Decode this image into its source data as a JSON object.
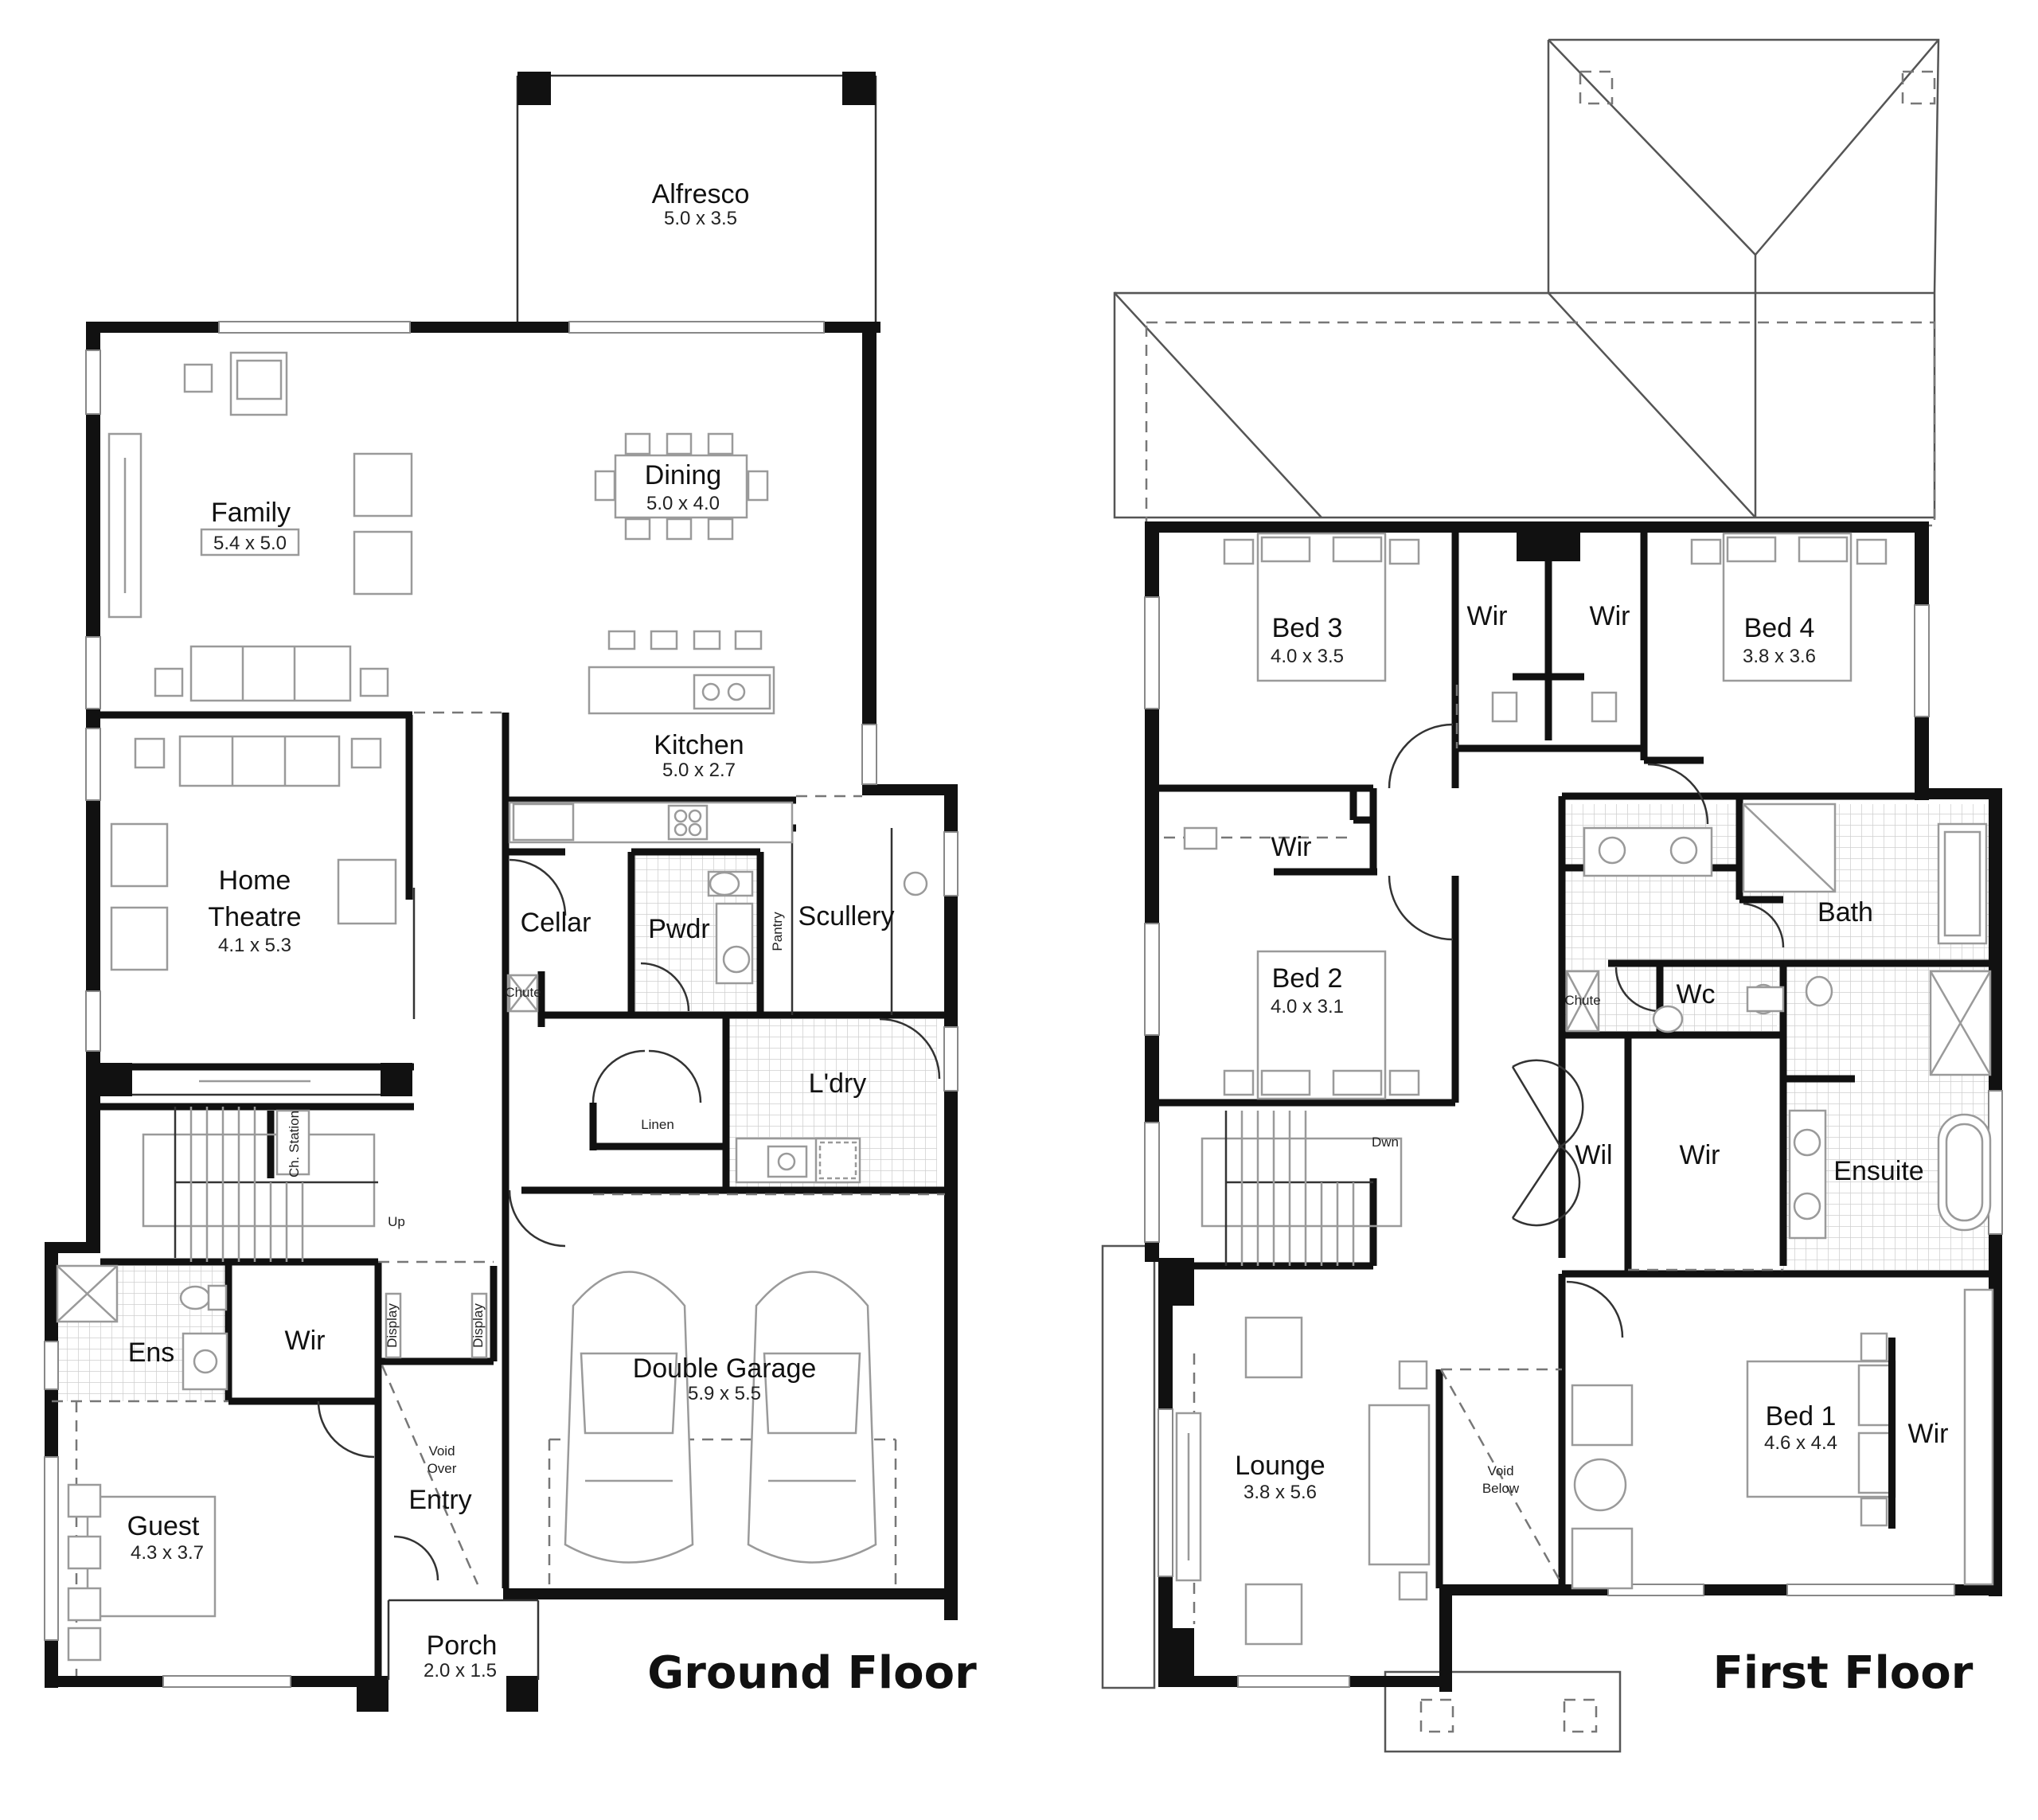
{
  "floors": {
    "ground": {
      "title": "Ground Floor"
    },
    "first": {
      "title": "First Floor"
    }
  },
  "ground_rooms": {
    "alfresco": {
      "name": "Alfresco",
      "dim": "5.0 x 3.5"
    },
    "family": {
      "name": "Family",
      "dim": "5.4 x 5.0"
    },
    "dining": {
      "name": "Dining",
      "dim": "5.0 x 4.0"
    },
    "kitchen": {
      "name": "Kitchen",
      "dim": "5.0 x 2.7"
    },
    "home_theatre": {
      "name1": "Home",
      "name2": "Theatre",
      "dim": "4.1 x 5.3"
    },
    "cellar": {
      "name": "Cellar"
    },
    "pwdr": {
      "name": "Pwdr"
    },
    "pantry": {
      "name": "Pantry"
    },
    "scullery": {
      "name": "Scullery"
    },
    "chute": {
      "name": "Chute"
    },
    "linen": {
      "name": "Linen"
    },
    "laundry": {
      "name": "L'dry"
    },
    "ch_station": {
      "name": "Ch. Station"
    },
    "stairs_up": {
      "name": "Up"
    },
    "ens": {
      "name": "Ens"
    },
    "wir": {
      "name": "Wir"
    },
    "display_left": {
      "name": "Display"
    },
    "display_right": {
      "name": "Display"
    },
    "double_garage": {
      "name": "Double Garage",
      "dim": "5.9 x 5.5"
    },
    "void_over": {
      "line1": "Void",
      "line2": "Over"
    },
    "entry": {
      "name": "Entry"
    },
    "guest": {
      "name": "Guest",
      "dim": "4.3 x 3.7"
    },
    "porch": {
      "name": "Porch",
      "dim": "2.0 x 1.5"
    }
  },
  "first_rooms": {
    "bed3": {
      "name": "Bed 3",
      "dim": "4.0 x 3.5"
    },
    "wir_bed3": {
      "name": "Wir"
    },
    "wir_bed4": {
      "name": "Wir"
    },
    "bed4": {
      "name": "Bed 4",
      "dim": "3.8 x 3.6"
    },
    "wir_bed2": {
      "name": "Wir"
    },
    "bath": {
      "name": "Bath"
    },
    "bed2": {
      "name": "Bed 2",
      "dim": "4.0 x 3.1"
    },
    "chute": {
      "name": "Chute"
    },
    "wc": {
      "name": "Wc"
    },
    "stairs_down": {
      "name": "Dwn"
    },
    "wil": {
      "name": "Wil"
    },
    "wir_master": {
      "name": "Wir"
    },
    "ensuite": {
      "name": "Ensuite"
    },
    "lounge": {
      "name": "Lounge",
      "dim": "3.8 x 5.6"
    },
    "void_below": {
      "line1": "Void",
      "line2": "Below"
    },
    "bed1": {
      "name": "Bed 1",
      "dim": "4.6 x 4.4"
    },
    "wir_bed1": {
      "name": "Wir"
    }
  }
}
